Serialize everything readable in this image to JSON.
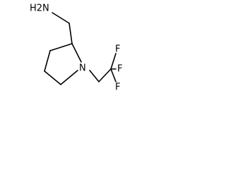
{
  "structure": {
    "atoms": {
      "amine_label": "H2N",
      "ring_nitrogen_label": "N",
      "fluorine_1": "F",
      "fluorine_2": "F",
      "fluorine_3": "F"
    },
    "colors": {
      "bond_color": "#000000",
      "label_color": "#000000",
      "background": "#ffffff"
    }
  }
}
